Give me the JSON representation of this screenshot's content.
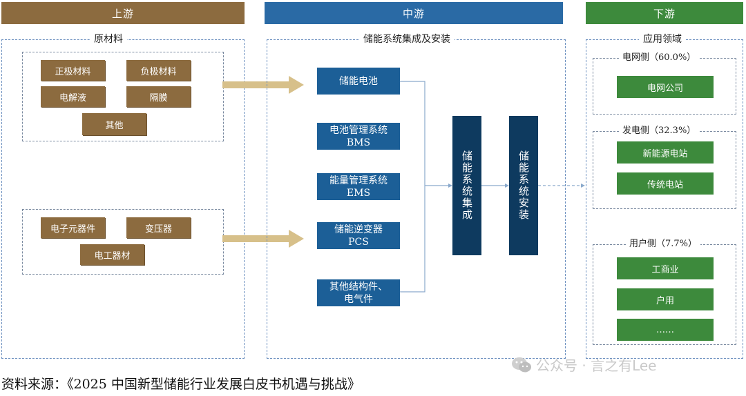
{
  "headers": {
    "upstream": "上游",
    "midstream": "中游",
    "downstream": "下游"
  },
  "colors": {
    "upstream": "#8c6b3f",
    "midstream": "#1c5f97",
    "midstream_dark": "#0e3a5f",
    "downstream": "#3d8a3c"
  },
  "upstream": {
    "title": "原材料",
    "group1": [
      "正极材料",
      "负极材料",
      "电解液",
      "隔膜",
      "其他"
    ],
    "group2": [
      "电子元器件",
      "变压器",
      "电工器材"
    ]
  },
  "midstream": {
    "title": "储能系统集成及安装",
    "components": [
      {
        "line1": "储能电池",
        "line2": ""
      },
      {
        "line1": "电池管理系统",
        "line2": "BMS"
      },
      {
        "line1": "能量管理系统",
        "line2": "EMS"
      },
      {
        "line1": "储能逆变器",
        "line2": "PCS"
      },
      {
        "line1": "其他结构件、",
        "line2": "电气件"
      }
    ],
    "integration": "储能系统集成",
    "installation": "储能系统安装"
  },
  "downstream": {
    "title": "应用领域",
    "grid_side": {
      "label": "电网侧（60.0%）",
      "items": [
        "电网公司"
      ]
    },
    "generation_side": {
      "label": "发电侧（32.3%）",
      "items": [
        "新能源电站",
        "传统电站"
      ]
    },
    "user_side": {
      "label": "用户侧（7.7%）",
      "items": [
        "工商业",
        "户用",
        "……"
      ]
    }
  },
  "footer": {
    "source": "资料来源：《2025 中国新型储能行业发展白皮书机遇与挑战》",
    "watermark": "公众号 · 言之有Lee"
  }
}
